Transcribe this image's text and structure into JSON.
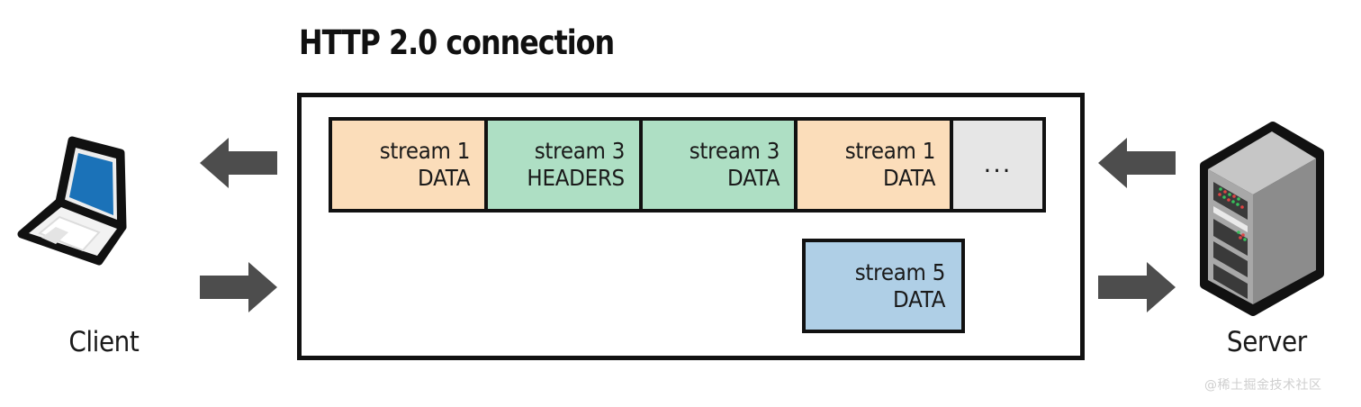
{
  "diagram": {
    "title": "HTTP 2.0 connection",
    "watermark": "@稀土掘金技术社区"
  },
  "endpoints": {
    "client": {
      "label": "Client",
      "icon": "laptop-icon"
    },
    "server": {
      "label": "Server",
      "icon": "server-tower-icon"
    }
  },
  "arrows": [
    {
      "name": "arrow-client-inbound",
      "direction": "left",
      "color": "#4d4d4d"
    },
    {
      "name": "arrow-client-outbound",
      "direction": "right",
      "color": "#4d4d4d"
    },
    {
      "name": "arrow-server-inbound",
      "direction": "left",
      "color": "#4d4d4d"
    },
    {
      "name": "arrow-server-outbound",
      "direction": "right",
      "color": "#4d4d4d"
    }
  ],
  "colors": {
    "stream_orange": "#FBDDBA",
    "stream_green": "#AEDFC4",
    "stream_blue": "#AFCFE6",
    "placeholder_gray": "#E6E6E6",
    "stroke": "#111111",
    "arrow_gray": "#4d4d4d",
    "laptop_screen_blue": "#1B72B8"
  },
  "top_rail": {
    "name": "downstream-rail",
    "frames": [
      {
        "stream": "stream 1",
        "type": "DATA",
        "color": "#FBDDBA",
        "width": 177
      },
      {
        "stream": "stream 3",
        "type": "HEADERS",
        "color": "#AEDFC4",
        "width": 176
      },
      {
        "stream": "stream 3",
        "type": "DATA",
        "color": "#AEDFC4",
        "width": 176
      },
      {
        "stream": "stream 1",
        "type": "DATA",
        "color": "#FBDDBA",
        "width": 177
      },
      {
        "stream": "...",
        "type": "",
        "color": "#E6E6E6",
        "width": 107
      }
    ]
  },
  "bottom_rail": {
    "name": "upstream-rail",
    "frames": [
      {
        "stream": "stream 5",
        "type": "DATA",
        "color": "#AFCFE6"
      }
    ]
  }
}
